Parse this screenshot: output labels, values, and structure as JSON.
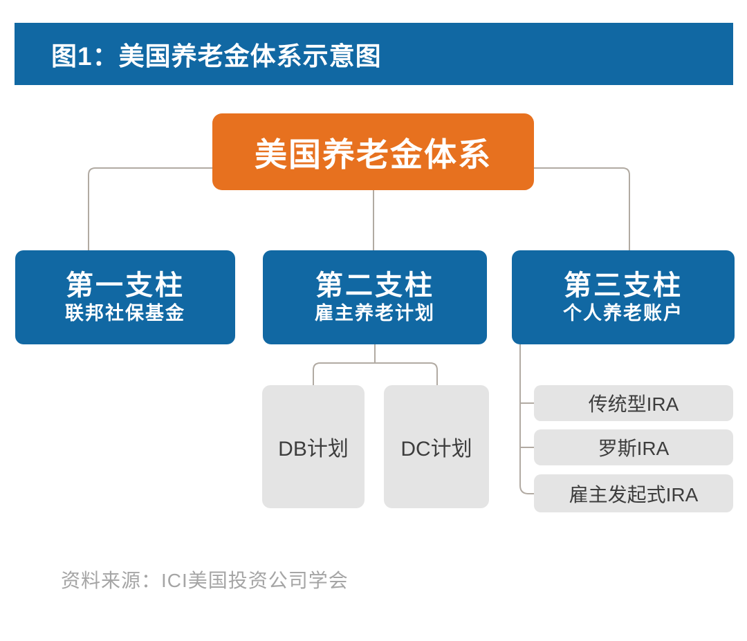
{
  "header": {
    "title": "图1：美国养老金体系示意图"
  },
  "diagram": {
    "root_label": "美国养老金体系",
    "pillars": [
      {
        "title": "第一支柱",
        "subtitle": "联邦社保基金"
      },
      {
        "title": "第二支柱",
        "subtitle": "雇主养老计划"
      },
      {
        "title": "第三支柱",
        "subtitle": "个人养老账户"
      }
    ],
    "pillar2_children": [
      {
        "label": "DB计划"
      },
      {
        "label": "DC计划"
      }
    ],
    "pillar3_children": [
      {
        "label": "传统型IRA"
      },
      {
        "label": "罗斯IRA"
      },
      {
        "label": "雇主发起式IRA"
      }
    ]
  },
  "footer": {
    "source": "资料来源：ICI美国投资公司学会"
  },
  "colors": {
    "header_bar_blue": "#1168a3",
    "pillar_blue": "#1168a3",
    "root_orange": "#e7711f",
    "child_box_gray": "#e4e4e4",
    "connector_line": "#b1aaa2",
    "box_text_white": "#ffffff",
    "child_text_gray": "#3d3d3d",
    "source_text_gray": "#a5a5a5"
  }
}
